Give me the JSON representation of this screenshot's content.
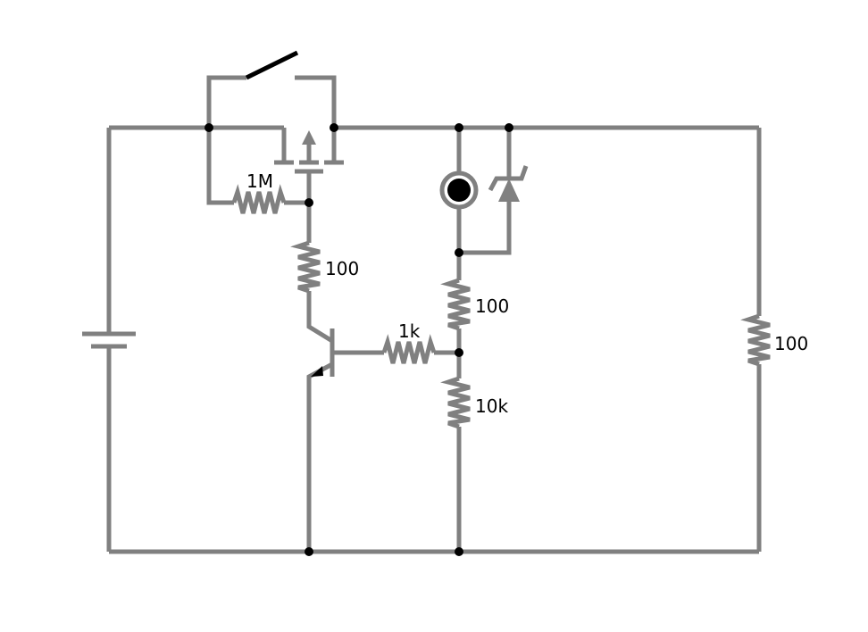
{
  "labels": {
    "r_gate": "1M",
    "r_drain": "100",
    "r_base": "1k",
    "r_led": "100",
    "r_divider": "10k",
    "r_load": "100"
  },
  "colors": {
    "wire": "#808080",
    "junction": "#000000",
    "led_fill": "#000000",
    "background": "#ffffff"
  },
  "components": [
    "switch",
    "battery",
    "p-channel-mosfet",
    "npn-transistor",
    "led",
    "zener-diode",
    "resistor-1M",
    "resistor-100-a",
    "resistor-1k",
    "resistor-100-b",
    "resistor-10k",
    "resistor-100-load"
  ]
}
